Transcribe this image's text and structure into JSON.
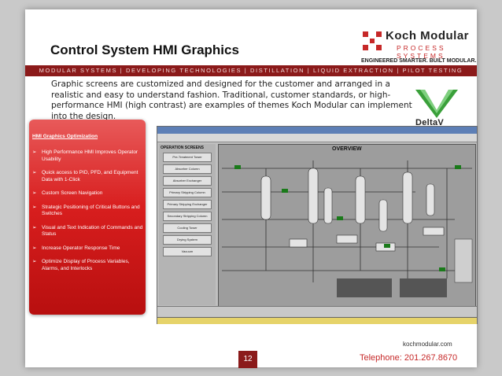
{
  "title": "Control System HMI Graphics",
  "logo": {
    "brand": "Koch Modular",
    "subtitle": "PROCESS SYSTEMS",
    "tagline": "ENGINEERED SMARTER. BUILT MODULAR."
  },
  "banner": "MODULAR SYSTEMS | DEVELOPING TECHNOLOGIES | DISTILLATION | LIQUID EXTRACTION | PILOT TESTING",
  "description": "Graphic screens are customized and designed for the customer and arranged in a realistic and easy to understand fashion.  Traditional, customer standards, or high-performance HMI (high contrast) are examples of themes Koch Modular can implement into the design.",
  "deltav_label": "DeltaV",
  "panel": {
    "title": "HMI Graphics Optimization",
    "items": [
      "High Performance HMI Improves Operator Usability",
      "Quick access to PID, PFD, and Equipment Data with 1-Click",
      "Custom Screen Navigation",
      "Strategic Positioning of Critical Buttons and Switches",
      "Visual and Text Indication of Commands and Status",
      "Increase Operator Response Time",
      "Optimize Display of Process Variables, Alarms, and Interlocks"
    ]
  },
  "hmi_screenshot": {
    "overview_label": "OVERVIEW",
    "operation_screens_label": "OPERATION SCREENS",
    "nav_buttons": [
      "Pre-Treatment Tower",
      "Absorber Column",
      "Absorber Exchanger",
      "Primary Stripping Column",
      "Primary Stripping Exchanger",
      "Secondary Stripping Column",
      "Cooling Tower",
      "Drying System",
      "Vacuum"
    ]
  },
  "footer": {
    "page_number": "12",
    "website": "kochmodular.com",
    "phone": "Telephone: 201.267.8670"
  },
  "colors": {
    "brand_red": "#c62828",
    "banner_red": "#8b1a1a",
    "panel_red": "#d81e1e",
    "deltav_green": "#3aa03a"
  }
}
